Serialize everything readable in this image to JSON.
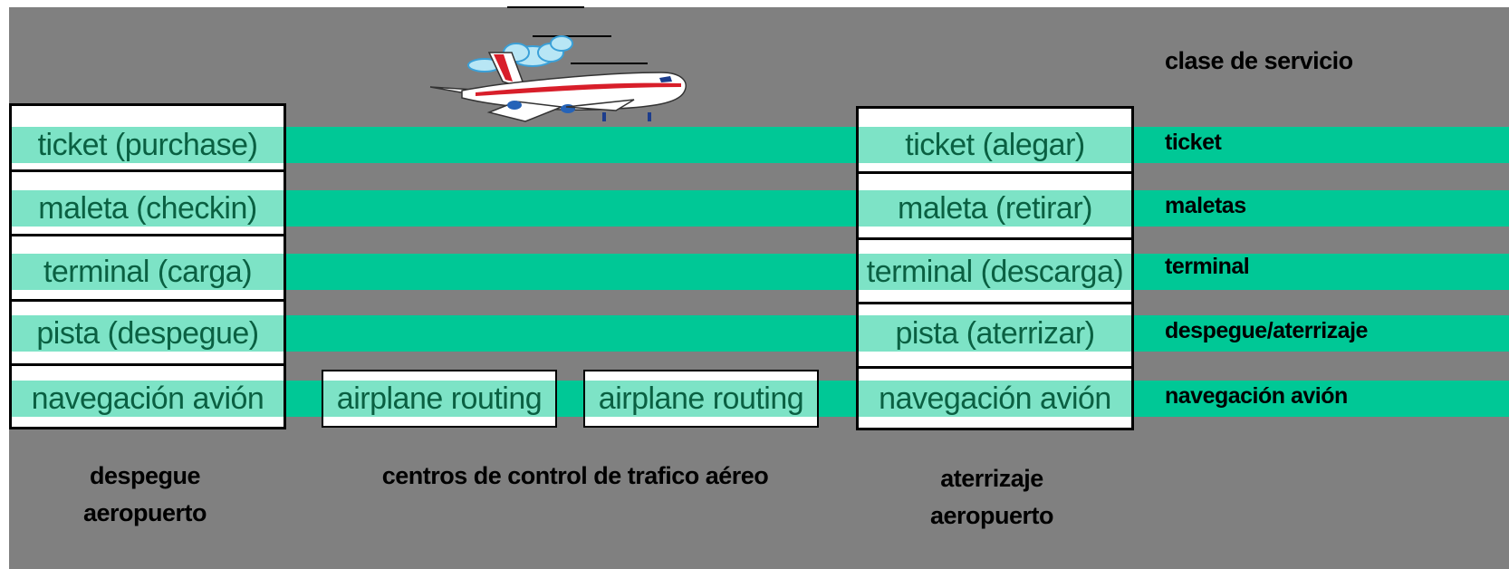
{
  "service_heading": "clase de servicio",
  "origin_stack": {
    "layers": [
      "ticket (purchase)",
      "maleta (checkin)",
      "terminal (carga)",
      "pista (despegue)",
      "navegación avión"
    ]
  },
  "destination_stack": {
    "layers": [
      "ticket (alegar)",
      "maleta (retirar)",
      "terminal (descarga)",
      "pista (aterrizar)",
      "navegación avión"
    ]
  },
  "routers": [
    "airplane routing",
    "airplane routing"
  ],
  "service_classes": [
    "ticket",
    "maletas",
    "terminal",
    "despegue/aterrizaje",
    "navegación avión"
  ],
  "captions": {
    "origin": [
      "despegue",
      "aeropuerto"
    ],
    "middle": "centros de control de trafico aéreo",
    "destination": [
      "aterrizaje",
      "aeropuerto"
    ]
  },
  "colors": {
    "background": "#808080",
    "band": "#00c896",
    "layer_fill": "#7de3c6",
    "layer_text": "#0a6042"
  },
  "icons": [
    "airplane-icon",
    "cloud-icon"
  ]
}
